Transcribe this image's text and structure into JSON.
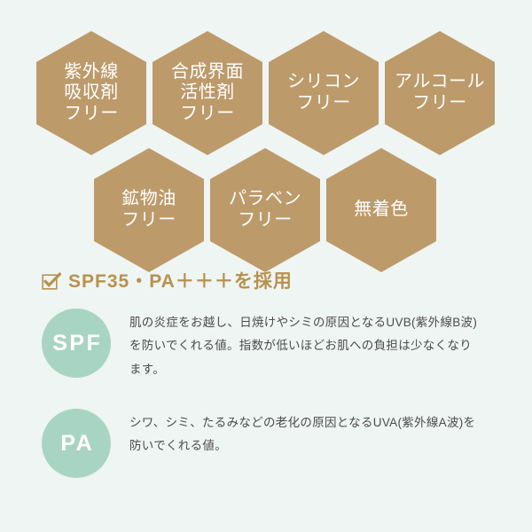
{
  "colors": {
    "background": "#eff5f3",
    "hexagon": "#bd9a6a",
    "hexagon_text": "#ffffff",
    "heading_accent": "#b8914f",
    "circle_badge": "#a8d5c3",
    "body_text": "#4c4c4c"
  },
  "hex_badges": {
    "row1": [
      {
        "id": "uv-absorber-free",
        "label": "紫外線\n吸収剤\nフリー"
      },
      {
        "id": "synthetic-surfactant-free",
        "label": "合成界面\n活性剤\nフリー"
      },
      {
        "id": "silicone-free",
        "label": "シリコン\nフリー"
      },
      {
        "id": "alcohol-free",
        "label": "アルコール\nフリー"
      }
    ],
    "row2": [
      {
        "id": "mineral-oil-free",
        "label": "鉱物油\nフリー"
      },
      {
        "id": "paraben-free",
        "label": "パラベン\nフリー"
      },
      {
        "id": "no-coloring",
        "label": "無着色"
      }
    ]
  },
  "heading": {
    "icon": "checkbox-checked-icon",
    "text": "SPF35・PA＋＋＋を採用"
  },
  "info_rows": [
    {
      "badge": "SPF",
      "description": "肌の炎症をお越し、日焼けやシミの原因となるUVB(紫外線B波)を防いでくれる値。指数が低いほどお肌への負担は少なくなります。"
    },
    {
      "badge": "PA",
      "description": "シワ、シミ、たるみなどの老化の原因となるUVA(紫外線A波)を防いでくれる値。"
    }
  ]
}
